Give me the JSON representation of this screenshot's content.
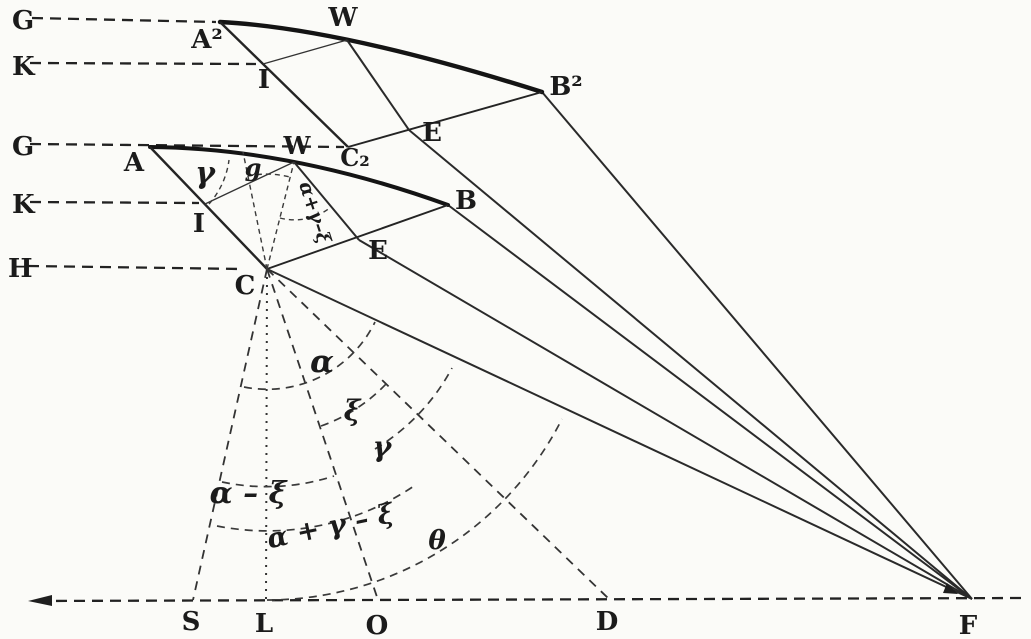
{
  "figure": {
    "type": "geometric-diagram",
    "colors": {
      "ink": "#1f1f1f",
      "paper": "#fbfbf8"
    },
    "guides": {
      "G_upper": "G",
      "K_upper": "K",
      "G_lower": "G",
      "K_lower": "K",
      "H": "H"
    },
    "upper_wing": {
      "A": "A²",
      "W": "W",
      "B": "B²",
      "I": "I",
      "C": "C₂",
      "E": "E"
    },
    "lower_wing": {
      "A": "A",
      "W": "W",
      "B": "B",
      "I": "I",
      "E": "E",
      "C": "C"
    },
    "baseline": {
      "S": "S",
      "L": "L",
      "O": "O",
      "D": "D",
      "F": "F"
    },
    "angles": {
      "gamma": "γ",
      "g": "g",
      "wing_normal": "α+γ–ξ",
      "alpha": "α",
      "xi": "ξ",
      "gamma_outer": "γ",
      "alpha_minus_xi": "α – ξ",
      "alpha_plus_gamma_minus_xi": "α + γ – ξ",
      "theta": "θ"
    }
  }
}
